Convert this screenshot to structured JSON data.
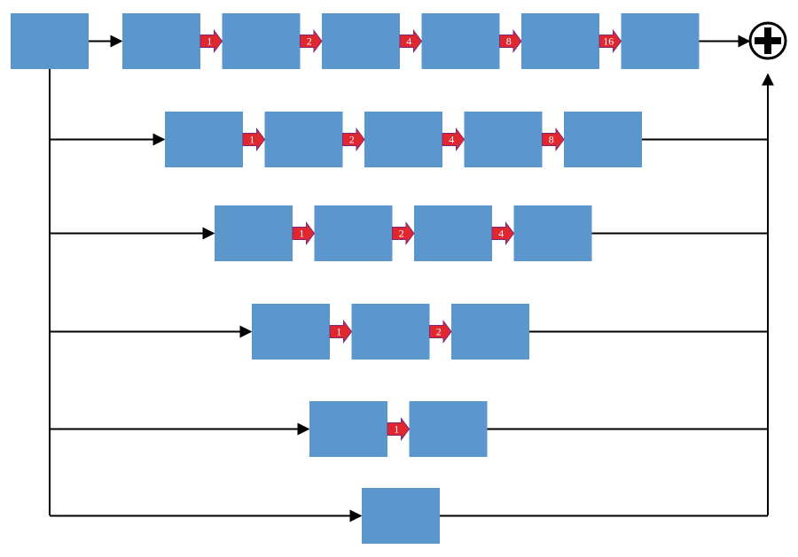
{
  "diagram": {
    "colors": {
      "block": "#5b96cc",
      "dilation_arrow": "#e0262e",
      "dilation_arrow_outline": "#7a2a7a",
      "line": "#000000"
    },
    "summation_symbol": "plus-in-circle",
    "branches": [
      {
        "dilations": [
          "1",
          "2",
          "4",
          "8",
          "16"
        ]
      },
      {
        "dilations": [
          "1",
          "2",
          "4",
          "8"
        ]
      },
      {
        "dilations": [
          "1",
          "2",
          "4"
        ]
      },
      {
        "dilations": [
          "1",
          "2"
        ]
      },
      {
        "dilations": [
          "1"
        ]
      },
      {
        "dilations": []
      }
    ]
  }
}
